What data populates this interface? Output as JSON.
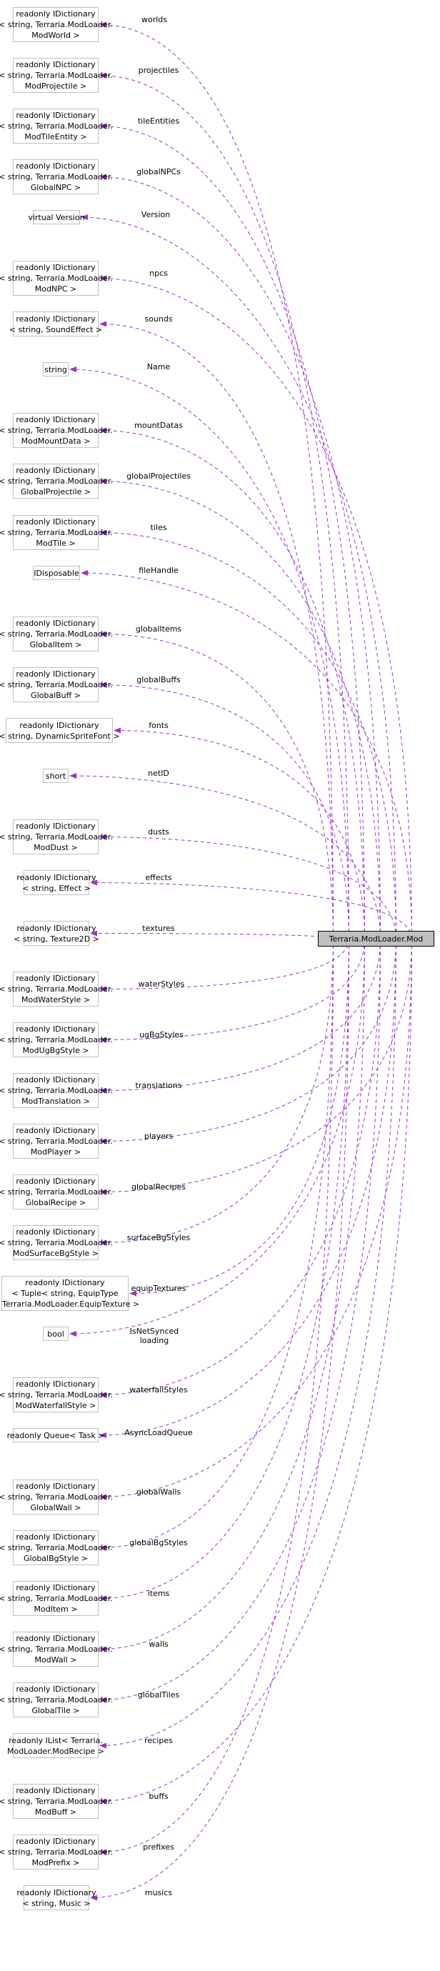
{
  "main_node": {
    "label": "Terraria.ModLoader.Mod"
  },
  "colors": {
    "edge": "#9a32cd",
    "node_border": "#bfbfbf",
    "main_fill": "#bfbfbf"
  },
  "relations": [
    {
      "type_lines": [
        "readonly IDictionary",
        "< string, Terraria.ModLoader.",
        "ModWorld >"
      ],
      "labels": [
        "worlds"
      ]
    },
    {
      "type_lines": [
        "readonly IDictionary",
        "< string, Terraria.ModLoader.",
        "ModProjectile >"
      ],
      "labels": [
        "projectiles"
      ]
    },
    {
      "type_lines": [
        "readonly IDictionary",
        "< string, Terraria.ModLoader.",
        "ModTileEntity >"
      ],
      "labels": [
        "tileEntities"
      ]
    },
    {
      "type_lines": [
        "readonly IDictionary",
        "< string, Terraria.ModLoader.",
        "GlobalNPC >"
      ],
      "labels": [
        "globalNPCs"
      ]
    },
    {
      "type_lines": [
        "virtual Version"
      ],
      "labels": [
        "Version"
      ]
    },
    {
      "type_lines": [
        "readonly IDictionary",
        "< string, Terraria.ModLoader.",
        "ModNPC >"
      ],
      "labels": [
        "npcs"
      ]
    },
    {
      "type_lines": [
        "readonly IDictionary",
        "< string, SoundEffect >"
      ],
      "labels": [
        "sounds"
      ]
    },
    {
      "type_lines": [
        "string"
      ],
      "labels": [
        "Name"
      ]
    },
    {
      "type_lines": [
        "readonly IDictionary",
        "< string, Terraria.ModLoader.",
        "ModMountData >"
      ],
      "labels": [
        "mountDatas"
      ]
    },
    {
      "type_lines": [
        "readonly IDictionary",
        "< string, Terraria.ModLoader.",
        "GlobalProjectile >"
      ],
      "labels": [
        "globalProjectiles"
      ]
    },
    {
      "type_lines": [
        "readonly IDictionary",
        "< string, Terraria.ModLoader.",
        "ModTile >"
      ],
      "labels": [
        "tiles"
      ]
    },
    {
      "type_lines": [
        "IDisposable"
      ],
      "labels": [
        "fileHandle"
      ]
    },
    {
      "type_lines": [
        "readonly IDictionary",
        "< string, Terraria.ModLoader.",
        "GlobalItem >"
      ],
      "labels": [
        "globalItems"
      ]
    },
    {
      "type_lines": [
        "readonly IDictionary",
        "< string, Terraria.ModLoader.",
        "GlobalBuff >"
      ],
      "labels": [
        "globalBuffs"
      ]
    },
    {
      "type_lines": [
        "readonly IDictionary",
        "< string, DynamicSpriteFont >"
      ],
      "labels": [
        "fonts"
      ]
    },
    {
      "type_lines": [
        "short"
      ],
      "labels": [
        "netID"
      ]
    },
    {
      "type_lines": [
        "readonly IDictionary",
        "< string, Terraria.ModLoader.",
        "ModDust >"
      ],
      "labels": [
        "dusts"
      ]
    },
    {
      "type_lines": [
        "readonly IDictionary",
        "< string, Effect >"
      ],
      "labels": [
        "effects"
      ]
    },
    {
      "type_lines": [
        "readonly IDictionary",
        "< string, Texture2D >"
      ],
      "labels": [
        "textures"
      ]
    },
    {
      "type_lines": [
        "readonly IDictionary",
        "< string, Terraria.ModLoader.",
        "ModWaterStyle >"
      ],
      "labels": [
        "waterStyles"
      ]
    },
    {
      "type_lines": [
        "readonly IDictionary",
        "< string, Terraria.ModLoader.",
        "ModUgBgStyle >"
      ],
      "labels": [
        "ugBgStyles"
      ]
    },
    {
      "type_lines": [
        "readonly IDictionary",
        "< string, Terraria.ModLoader.",
        "ModTranslation >"
      ],
      "labels": [
        "translations"
      ]
    },
    {
      "type_lines": [
        "readonly IDictionary",
        "< string, Terraria.ModLoader.",
        "ModPlayer >"
      ],
      "labels": [
        "players"
      ]
    },
    {
      "type_lines": [
        "readonly IDictionary",
        "< string, Terraria.ModLoader.",
        "GlobalRecipe >"
      ],
      "labels": [
        "globalRecipes"
      ]
    },
    {
      "type_lines": [
        "readonly IDictionary",
        "< string, Terraria.ModLoader.",
        "ModSurfaceBgStyle >"
      ],
      "labels": [
        "surfaceBgStyles"
      ]
    },
    {
      "type_lines": [
        "readonly IDictionary",
        "< Tuple< string, EquipType",
        ">, Terraria.ModLoader.EquipTexture >"
      ],
      "labels": [
        "equipTextures"
      ]
    },
    {
      "type_lines": [
        "bool"
      ],
      "labels": [
        "IsNetSynced",
        "loading"
      ]
    },
    {
      "type_lines": [
        "readonly IDictionary",
        "< string, Terraria.ModLoader.",
        "ModWaterfallStyle >"
      ],
      "labels": [
        "waterfallStyles"
      ]
    },
    {
      "type_lines": [
        "readonly Queue< Task >"
      ],
      "labels": [
        "AsyncLoadQueue"
      ]
    },
    {
      "type_lines": [
        "readonly IDictionary",
        "< string, Terraria.ModLoader.",
        "GlobalWall >"
      ],
      "labels": [
        "globalWalls"
      ]
    },
    {
      "type_lines": [
        "readonly IDictionary",
        "< string, Terraria.ModLoader.",
        "GlobalBgStyle >"
      ],
      "labels": [
        "globalBgStyles"
      ]
    },
    {
      "type_lines": [
        "readonly IDictionary",
        "< string, Terraria.ModLoader.",
        "ModItem >"
      ],
      "labels": [
        "items"
      ]
    },
    {
      "type_lines": [
        "readonly IDictionary",
        "< string, Terraria.ModLoader.",
        "ModWall >"
      ],
      "labels": [
        "walls"
      ]
    },
    {
      "type_lines": [
        "readonly IDictionary",
        "< string, Terraria.ModLoader.",
        "GlobalTile >"
      ],
      "labels": [
        "globalTiles"
      ]
    },
    {
      "type_lines": [
        "readonly IList< Terraria.",
        "ModLoader.ModRecipe >"
      ],
      "labels": [
        "recipes"
      ]
    },
    {
      "type_lines": [
        "readonly IDictionary",
        "< string, Terraria.ModLoader.",
        "ModBuff >"
      ],
      "labels": [
        "buffs"
      ]
    },
    {
      "type_lines": [
        "readonly IDictionary",
        "< string, Terraria.ModLoader.",
        "ModPrefix >"
      ],
      "labels": [
        "prefixes"
      ]
    },
    {
      "type_lines": [
        "readonly IDictionary",
        "< string, Music >"
      ],
      "labels": [
        "musics"
      ]
    }
  ]
}
